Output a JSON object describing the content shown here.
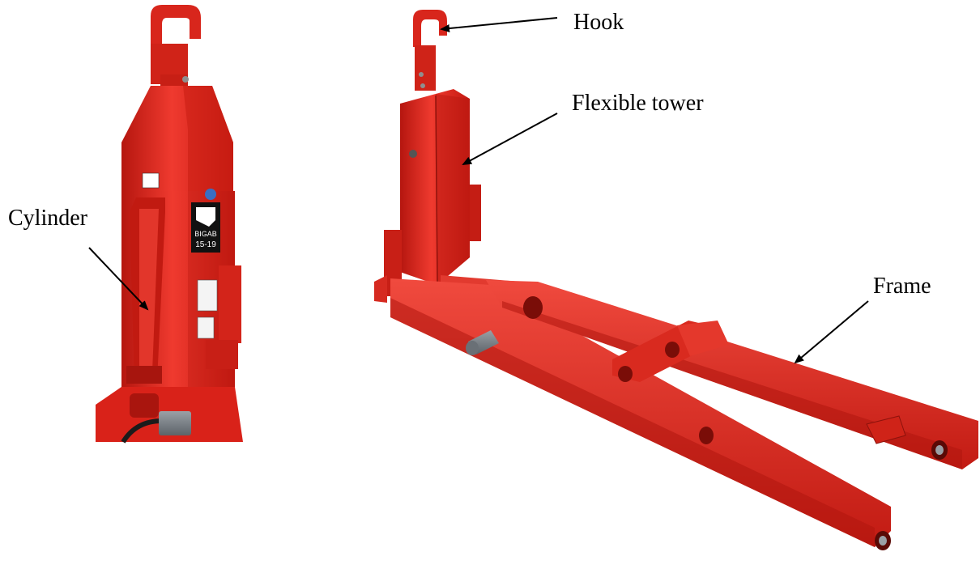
{
  "labels": {
    "hook": "Hook",
    "flexible_tower": "Flexible tower",
    "cylinder": "Cylinder",
    "frame": "Frame"
  },
  "decal": {
    "brand": "BIGAB",
    "model": "15-19"
  },
  "colors": {
    "body_red": "#e0231c",
    "body_red_light": "#f0473c",
    "body_red_dark": "#a8140f",
    "steel_grey": "#7c8288",
    "arrow": "#000000"
  }
}
